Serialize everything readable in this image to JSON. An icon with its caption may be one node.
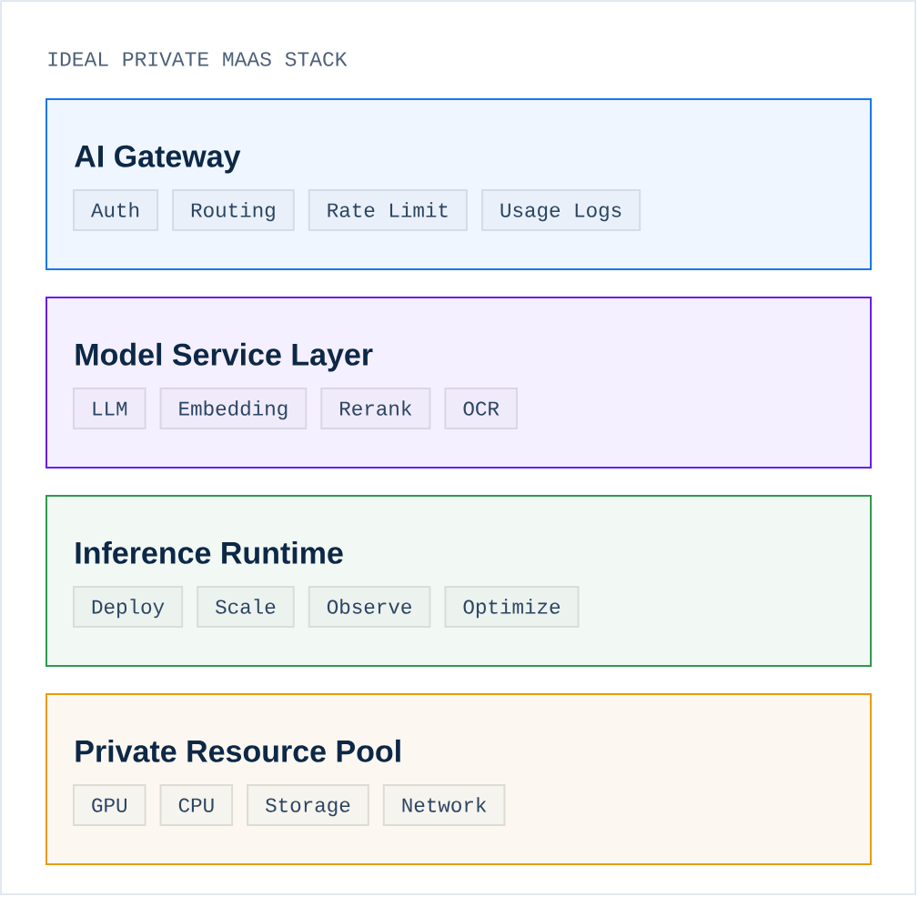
{
  "diagram": {
    "title": "IDEAL PRIVATE MAAS STACK",
    "nodes": [
      {
        "text": [
          "AI Gateway"
        ]
      },
      {
        "text": [
          "Auth"
        ],
        "in": 0
      },
      {
        "text": [
          "Routing"
        ],
        "in": 0
      },
      {
        "text": [
          "Rate Limit"
        ],
        "in": 0
      },
      {
        "text": [
          "Usage Logs"
        ],
        "in": 0
      },
      {
        "text": [
          "Model Service Layer"
        ]
      },
      {
        "text": [
          "LLM"
        ],
        "in": 5
      },
      {
        "text": [
          "Embedding"
        ],
        "in": 5
      },
      {
        "text": [
          "Rerank"
        ],
        "in": 5
      },
      {
        "text": [
          "OCR"
        ],
        "in": 5
      },
      {
        "text": [
          "Inference Runtime"
        ]
      },
      {
        "text": [
          "Deploy"
        ],
        "in": 10
      },
      {
        "text": [
          "Scale"
        ],
        "in": 10
      },
      {
        "text": [
          "Observe"
        ],
        "in": 10
      },
      {
        "text": [
          "Optimize"
        ],
        "in": 10
      },
      {
        "text": [
          "Private Resource Pool"
        ]
      },
      {
        "text": [
          "GPU"
        ],
        "in": 15
      },
      {
        "text": [
          "CPU"
        ],
        "in": 15
      },
      {
        "text": [
          "Storage"
        ],
        "in": 15
      },
      {
        "text": [
          "Network"
        ],
        "in": 15
      }
    ]
  }
}
